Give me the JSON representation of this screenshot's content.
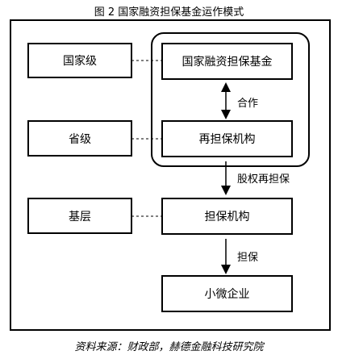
{
  "title": "图 2 国家融资担保基金运作模式",
  "levels": {
    "national": "国家级",
    "provincial": "省级",
    "grassroots": "基层"
  },
  "nodes": {
    "fund": "国家融资担保基金",
    "reguarantee": "再担保机构",
    "guarantee": "担保机构",
    "smallbiz": "小微企业"
  },
  "edges": {
    "cooperation": "合作",
    "equity_reguarantee": "股权再担保",
    "guarantee": "担保"
  },
  "source": "资料来源：财政部，赫德金融科技研究院"
}
